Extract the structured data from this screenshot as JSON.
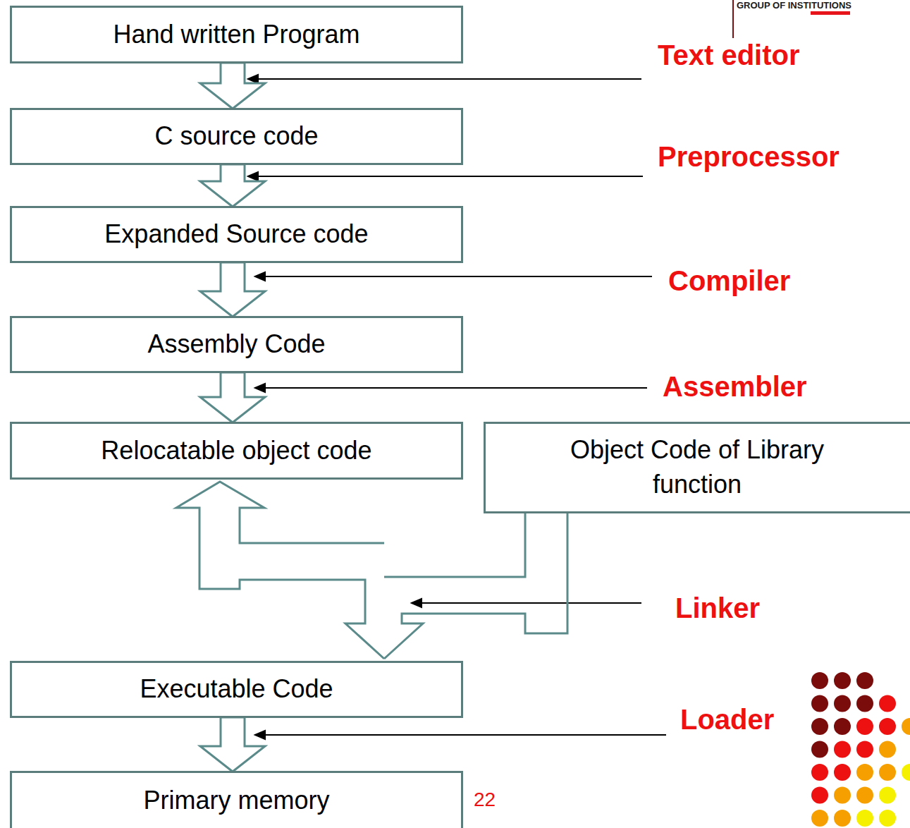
{
  "diagram": {
    "nodes": [
      {
        "text": [
          "Hand written Program"
        ]
      },
      {
        "text": [
          "C source code"
        ]
      },
      {
        "text": [
          "Expanded Source code"
        ]
      },
      {
        "text": [
          "Assembly Code"
        ]
      },
      {
        "text": [
          "Relocatable  object code"
        ]
      },
      {
        "text": [
          "Object Code of Library function"
        ]
      },
      {
        "text": [
          "Executable Code"
        ]
      },
      {
        "text": [
          "Primary memory"
        ]
      }
    ],
    "edges": [
      {
        "from": 0,
        "to": 1,
        "arrow": "to"
      },
      {
        "from": 1,
        "to": 2,
        "arrow": "to"
      },
      {
        "from": 2,
        "to": 3,
        "arrow": "to"
      },
      {
        "from": 3,
        "to": 4,
        "arrow": "to"
      },
      {
        "from": 4,
        "to": 6,
        "arrow": "both"
      },
      {
        "from": 5,
        "to": 6,
        "arrow": "both"
      },
      {
        "from": 6,
        "to": 7,
        "arrow": "to"
      }
    ],
    "labels": [
      "GROUP OF INSTITUTIONS",
      "Text editor",
      "Preprocessor",
      "Compiler",
      "Assembler",
      "Linker",
      "Loader",
      "22"
    ]
  }
}
